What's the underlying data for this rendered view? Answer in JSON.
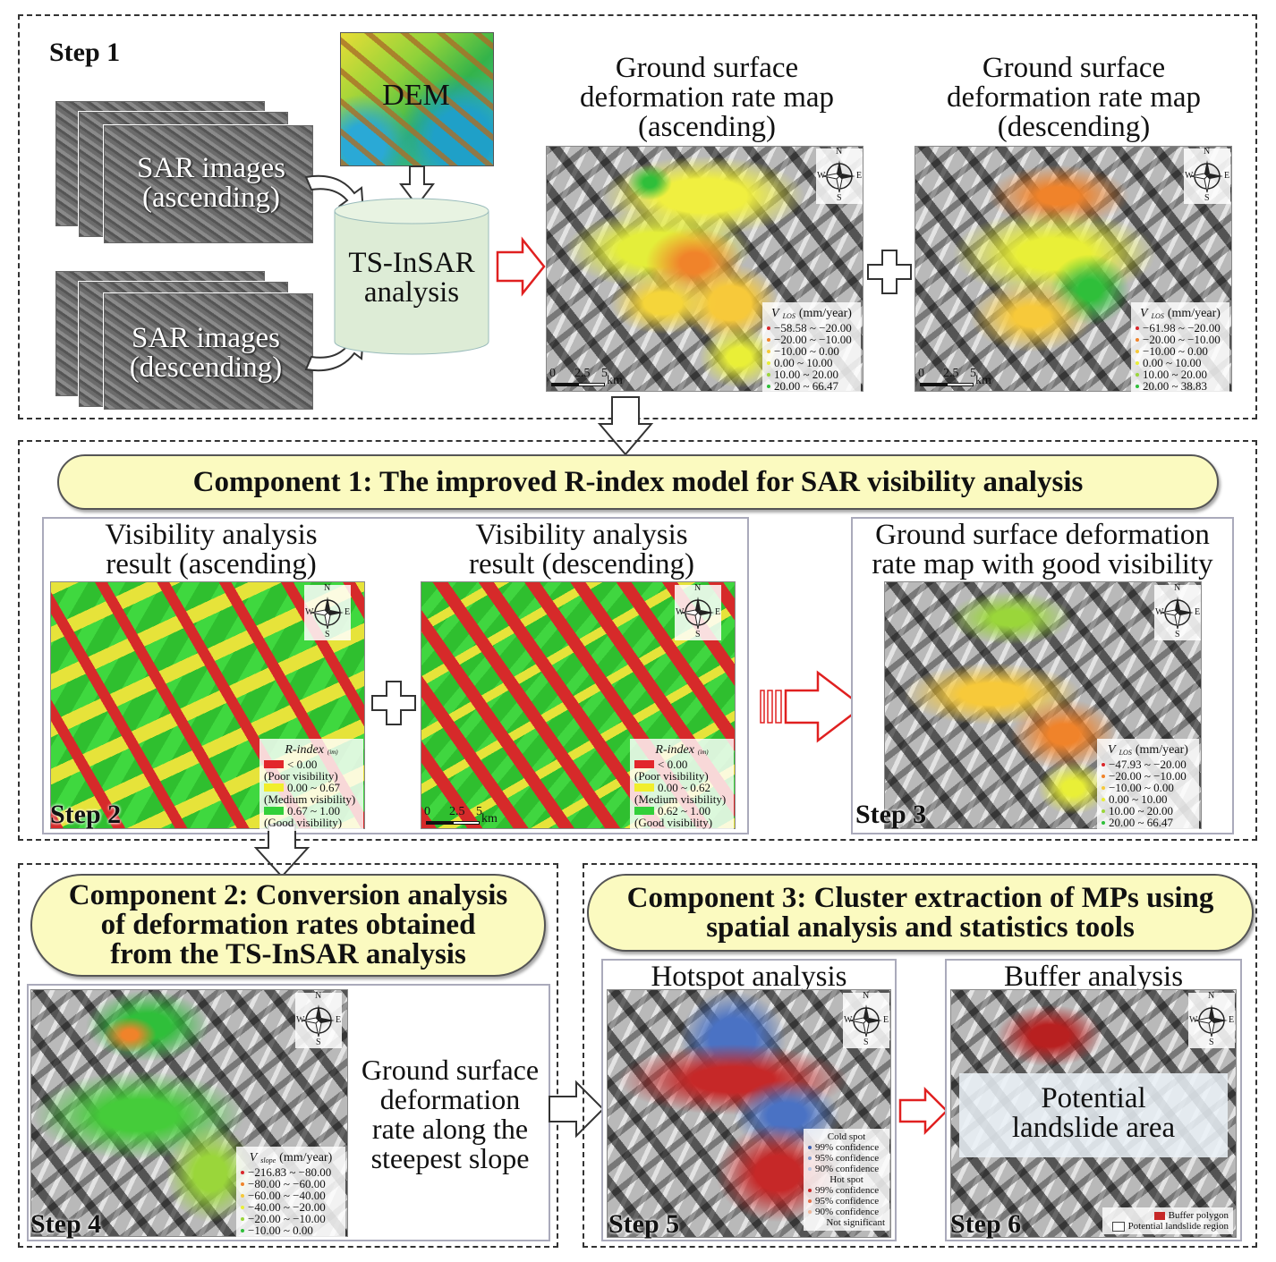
{
  "step1": {
    "label": "Step 1",
    "dem": "DEM",
    "sar_asc": [
      "SAR images",
      "(ascending)"
    ],
    "sar_desc": [
      "SAR images",
      "(descending)"
    ],
    "tsinsar": [
      "TS-InSAR",
      "analysis"
    ],
    "map_asc_title": [
      "Ground surface",
      "deformation rate map",
      "(ascending)"
    ],
    "map_desc_title": [
      "Ground surface",
      "deformation rate map",
      "(descending)"
    ],
    "legend_asc": {
      "header": "V",
      "header_sub": "LOS",
      "unit": " (mm/year)",
      "items": [
        {
          "label": "−58.58 ~ −20.00",
          "color": "#d9262b"
        },
        {
          "label": "−20.00 ~ −10.00",
          "color": "#f0832a"
        },
        {
          "label": "−10.00 ~ 0.00",
          "color": "#f6c93a"
        },
        {
          "label": "0.00 ~ 10.00",
          "color": "#e9ef37"
        },
        {
          "label": "10.00 ~ 20.00",
          "color": "#9ad63a"
        },
        {
          "label": "20.00 ~ 66.47",
          "color": "#2fbf3a"
        }
      ]
    },
    "legend_desc": {
      "header": "V",
      "header_sub": "LOS",
      "unit": " (mm/year)",
      "items": [
        {
          "label": "−61.98 ~ −20.00",
          "color": "#d9262b"
        },
        {
          "label": "−20.00 ~ −10.00",
          "color": "#f0832a"
        },
        {
          "label": "−10.00 ~ 0.00",
          "color": "#f6c93a"
        },
        {
          "label": "0.00 ~ 10.00",
          "color": "#e9ef37"
        },
        {
          "label": "10.00 ~ 20.00",
          "color": "#9ad63a"
        },
        {
          "label": "20.00 ~ 38.83",
          "color": "#2fbf3a"
        }
      ]
    },
    "scale": {
      "t0": "0",
      "t1": "2.5",
      "t2": "5",
      "unit": "km"
    }
  },
  "component1": {
    "title": "Component 1: The improved R-index model for SAR visibility analysis",
    "vis_asc_title": [
      "Visibility analysis",
      "result (ascending)"
    ],
    "vis_desc_title": [
      "Visibility analysis",
      "result (descending)"
    ],
    "good_map_title": [
      "Ground surface deformation",
      "rate map with good visibility"
    ],
    "legend_vis_asc": {
      "header": "R-index",
      "header_sub": "(im)",
      "items": [
        {
          "range": "< 0.00",
          "desc": "(Poor visibility)",
          "color": "#e2262b"
        },
        {
          "range": "0.00 ~ 0.67",
          "desc": "(Medium visibility)",
          "color": "#f1ee2c"
        },
        {
          "range": "0.67 ~ 1.00",
          "desc": "(Good visibility)",
          "color": "#32d03a"
        }
      ]
    },
    "legend_vis_desc": {
      "header": "R-index",
      "header_sub": "(im)",
      "items": [
        {
          "range": "< 0.00",
          "desc": "(Poor visibility)",
          "color": "#e2262b"
        },
        {
          "range": "0.00 ~ 0.62",
          "desc": "(Medium visibility)",
          "color": "#f1ee2c"
        },
        {
          "range": "0.62 ~ 1.00",
          "desc": "(Good visibility)",
          "color": "#32d03a"
        }
      ]
    },
    "legend_good": {
      "header": "V",
      "header_sub": "LOS",
      "unit": " (mm/year)",
      "items": [
        {
          "label": "−47.93 ~ −20.00",
          "color": "#d9262b"
        },
        {
          "label": "−20.00 ~ −10.00",
          "color": "#f0832a"
        },
        {
          "label": "−10.00 ~ 0.00",
          "color": "#f6c93a"
        },
        {
          "label": "0.00 ~ 10.00",
          "color": "#e9ef37"
        },
        {
          "label": "10.00 ~ 20.00",
          "color": "#9ad63a"
        },
        {
          "label": "20.00 ~ 66.47",
          "color": "#2fbf3a"
        }
      ]
    },
    "step2": "Step 2",
    "step3": "Step 3"
  },
  "component2": {
    "title": [
      "Component 2: Conversion analysis",
      "of deformation rates obtained",
      "from the TS-InSAR analysis"
    ],
    "text": [
      "Ground surface",
      "deformation",
      "rate  along the",
      "steepest slope"
    ],
    "legend": {
      "header": "V",
      "header_sub": "slope",
      "unit": " (mm/year)",
      "items": [
        {
          "label": "−216.83 ~ −80.00",
          "color": "#d9262b"
        },
        {
          "label": "−80.00 ~ −60.00",
          "color": "#f0832a"
        },
        {
          "label": "−60.00 ~ −40.00",
          "color": "#f6c93a"
        },
        {
          "label": "−40.00 ~ −20.00",
          "color": "#e9ef37"
        },
        {
          "label": "−20.00 ~ −10.00",
          "color": "#9ad63a"
        },
        {
          "label": "−10.00 ~ 0.00",
          "color": "#2fbf3a"
        }
      ]
    },
    "step4": "Step 4"
  },
  "component3": {
    "title": [
      "Component 3: Cluster extraction of MPs using",
      "spatial analysis and statistics tools"
    ],
    "hotspot_title": "Hotspot analysis",
    "buffer_title": "Buffer analysis",
    "potential": [
      "Potential",
      "landslide area"
    ],
    "hotspot_legend": {
      "cold": "Cold spot",
      "cold_items": [
        {
          "label": "99% confidence",
          "color": "#3a5fb0"
        },
        {
          "label": "95% confidence",
          "color": "#7c9ad0"
        },
        {
          "label": "90% confidence",
          "color": "#b8c6e2"
        }
      ],
      "hot": "Hot spot",
      "hot_items": [
        {
          "label": "99% confidence",
          "color": "#c62828"
        },
        {
          "label": "95% confidence",
          "color": "#e2704b"
        },
        {
          "label": "90% confidence",
          "color": "#f0b79b"
        }
      ],
      "ns": "Not significant"
    },
    "buffer_legend": [
      "Buffer polygon",
      "Potential landslide region"
    ],
    "step5": "Step 5",
    "step6": "Step 6"
  },
  "compass": {
    "n": "N",
    "s": "S",
    "e": "E",
    "w": "W"
  }
}
